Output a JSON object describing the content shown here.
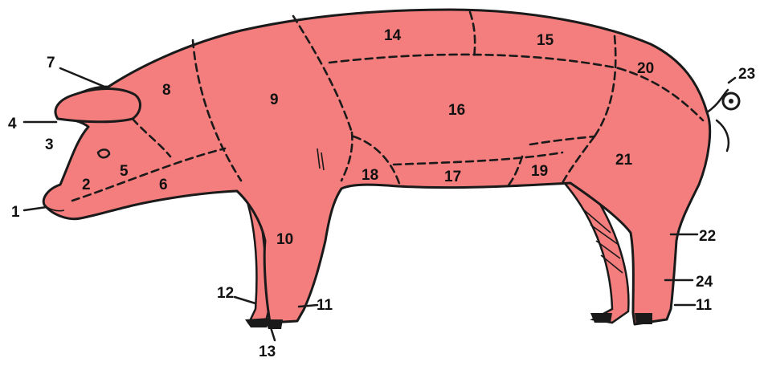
{
  "diagram": {
    "labels": [
      {
        "id": "1",
        "text": "1"
      },
      {
        "id": "2",
        "text": "2"
      },
      {
        "id": "3",
        "text": "3"
      },
      {
        "id": "4",
        "text": "4"
      },
      {
        "id": "5",
        "text": "5"
      },
      {
        "id": "6",
        "text": "6"
      },
      {
        "id": "7",
        "text": "7"
      },
      {
        "id": "8",
        "text": "8"
      },
      {
        "id": "9",
        "text": "9"
      },
      {
        "id": "10",
        "text": "10"
      },
      {
        "id": "11a",
        "text": "11"
      },
      {
        "id": "11b",
        "text": "11"
      },
      {
        "id": "12",
        "text": "12"
      },
      {
        "id": "13",
        "text": "13"
      },
      {
        "id": "14",
        "text": "14"
      },
      {
        "id": "15",
        "text": "15"
      },
      {
        "id": "16",
        "text": "16"
      },
      {
        "id": "17",
        "text": "17"
      },
      {
        "id": "18",
        "text": "18"
      },
      {
        "id": "19",
        "text": "19"
      },
      {
        "id": "20",
        "text": "20"
      },
      {
        "id": "21",
        "text": "21"
      },
      {
        "id": "22",
        "text": "22"
      },
      {
        "id": "23",
        "text": "23"
      },
      {
        "id": "24",
        "text": "24"
      }
    ],
    "colors": {
      "body": "#f47d7d",
      "outline": "#1a1a1a",
      "background": "#ffffff"
    }
  }
}
